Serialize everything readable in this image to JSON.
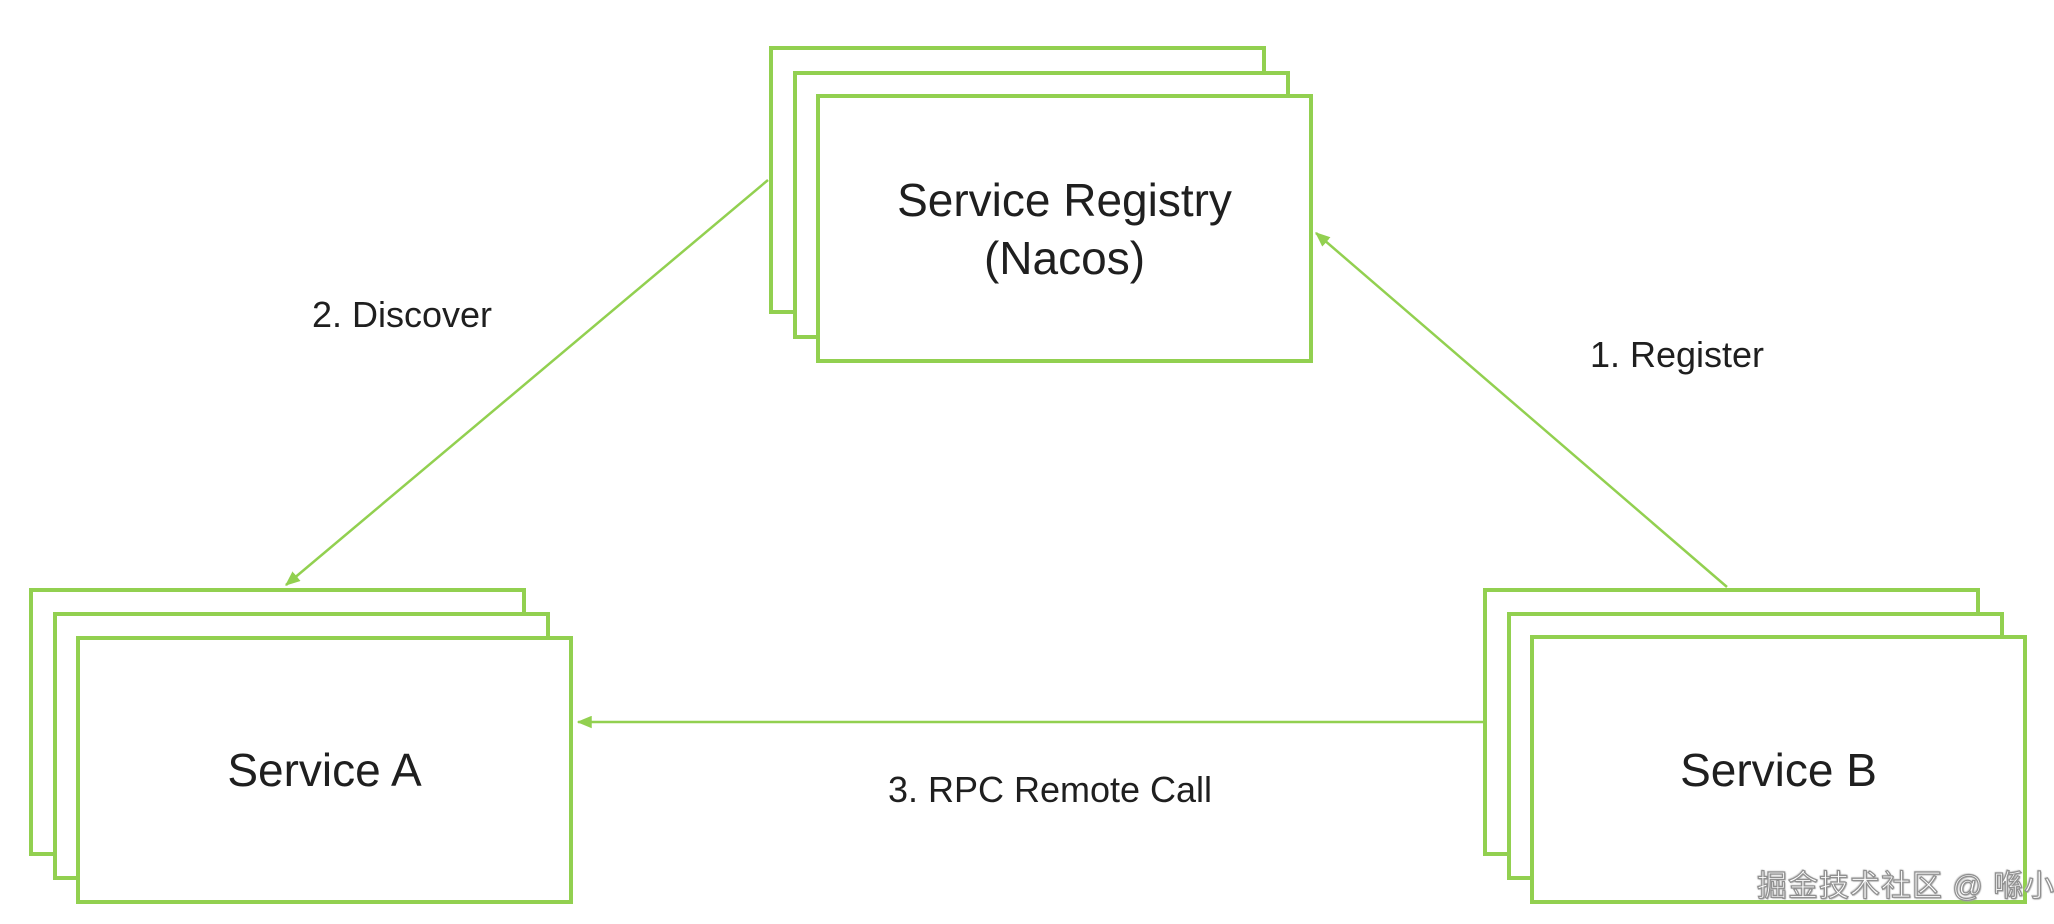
{
  "diagram": {
    "background": "#ffffff",
    "accent_green": "#92d050",
    "text_color": "#1f1f1f",
    "nodes": {
      "registry": {
        "label_line1": "Service Registry",
        "label_line2": "(Nacos)"
      },
      "service_a": {
        "label": "Service A"
      },
      "service_b": {
        "label": "Service B"
      }
    },
    "edges": {
      "register": {
        "label": "1. Register"
      },
      "discover": {
        "label": "2. Discover"
      },
      "rpc": {
        "label": "3. RPC Remote Call"
      }
    }
  },
  "watermark": {
    "text": "掘金技术社区 @ 喺小VIE"
  }
}
